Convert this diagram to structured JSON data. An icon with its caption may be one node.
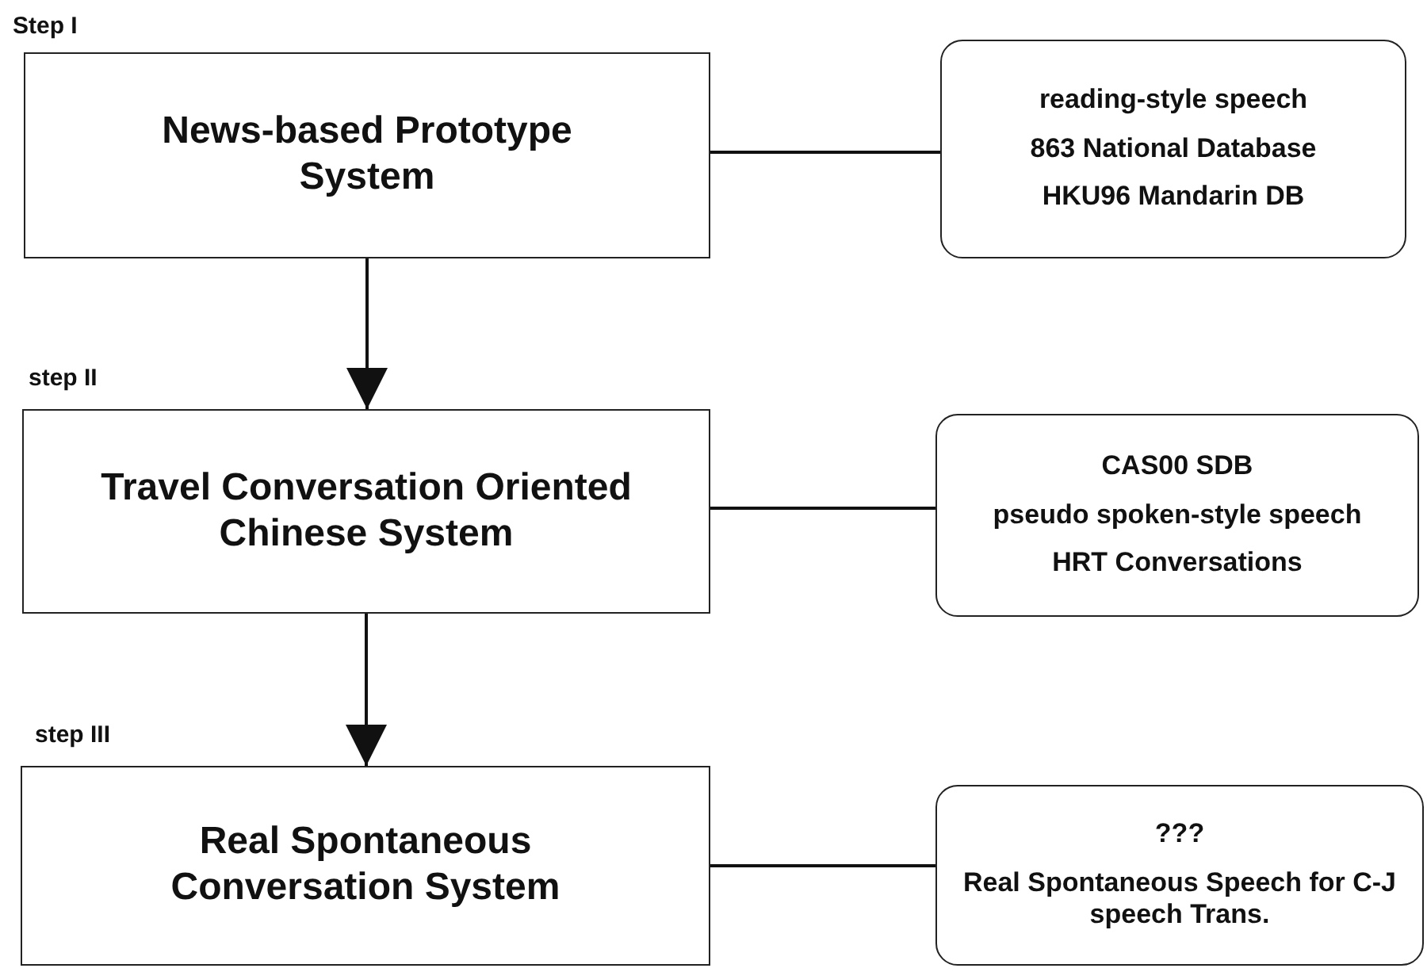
{
  "diagram": {
    "nodes": [
      {
        "text": [
          "News-based Prototype System"
        ],
        "beside": [
          "Step I"
        ]
      },
      {
        "text": [
          "reading-style speech",
          "863 National Database",
          "HKU96 Mandarin DB"
        ]
      },
      {
        "text": [
          "Travel Conversation Oriented Chinese System"
        ],
        "beside": [
          "step II"
        ]
      },
      {
        "text": [
          "CAS00 SDB",
          "pseudo spoken-style speech",
          "HRT Conversations"
        ]
      },
      {
        "text": [
          "Real Spontaneous Conversation System"
        ],
        "beside": [
          "step III"
        ]
      },
      {
        "text": [
          "???",
          "Real Spontaneous Speech for C-J speech Trans."
        ]
      }
    ],
    "edges": [
      {
        "from": 0,
        "to": 1,
        "arrow": "none"
      },
      {
        "from": 0,
        "to": 2,
        "arrow": "to"
      },
      {
        "from": 2,
        "to": 3,
        "arrow": "none"
      },
      {
        "from": 2,
        "to": 4,
        "arrow": "to"
      },
      {
        "from": 4,
        "to": 5,
        "arrow": "none"
      }
    ]
  }
}
